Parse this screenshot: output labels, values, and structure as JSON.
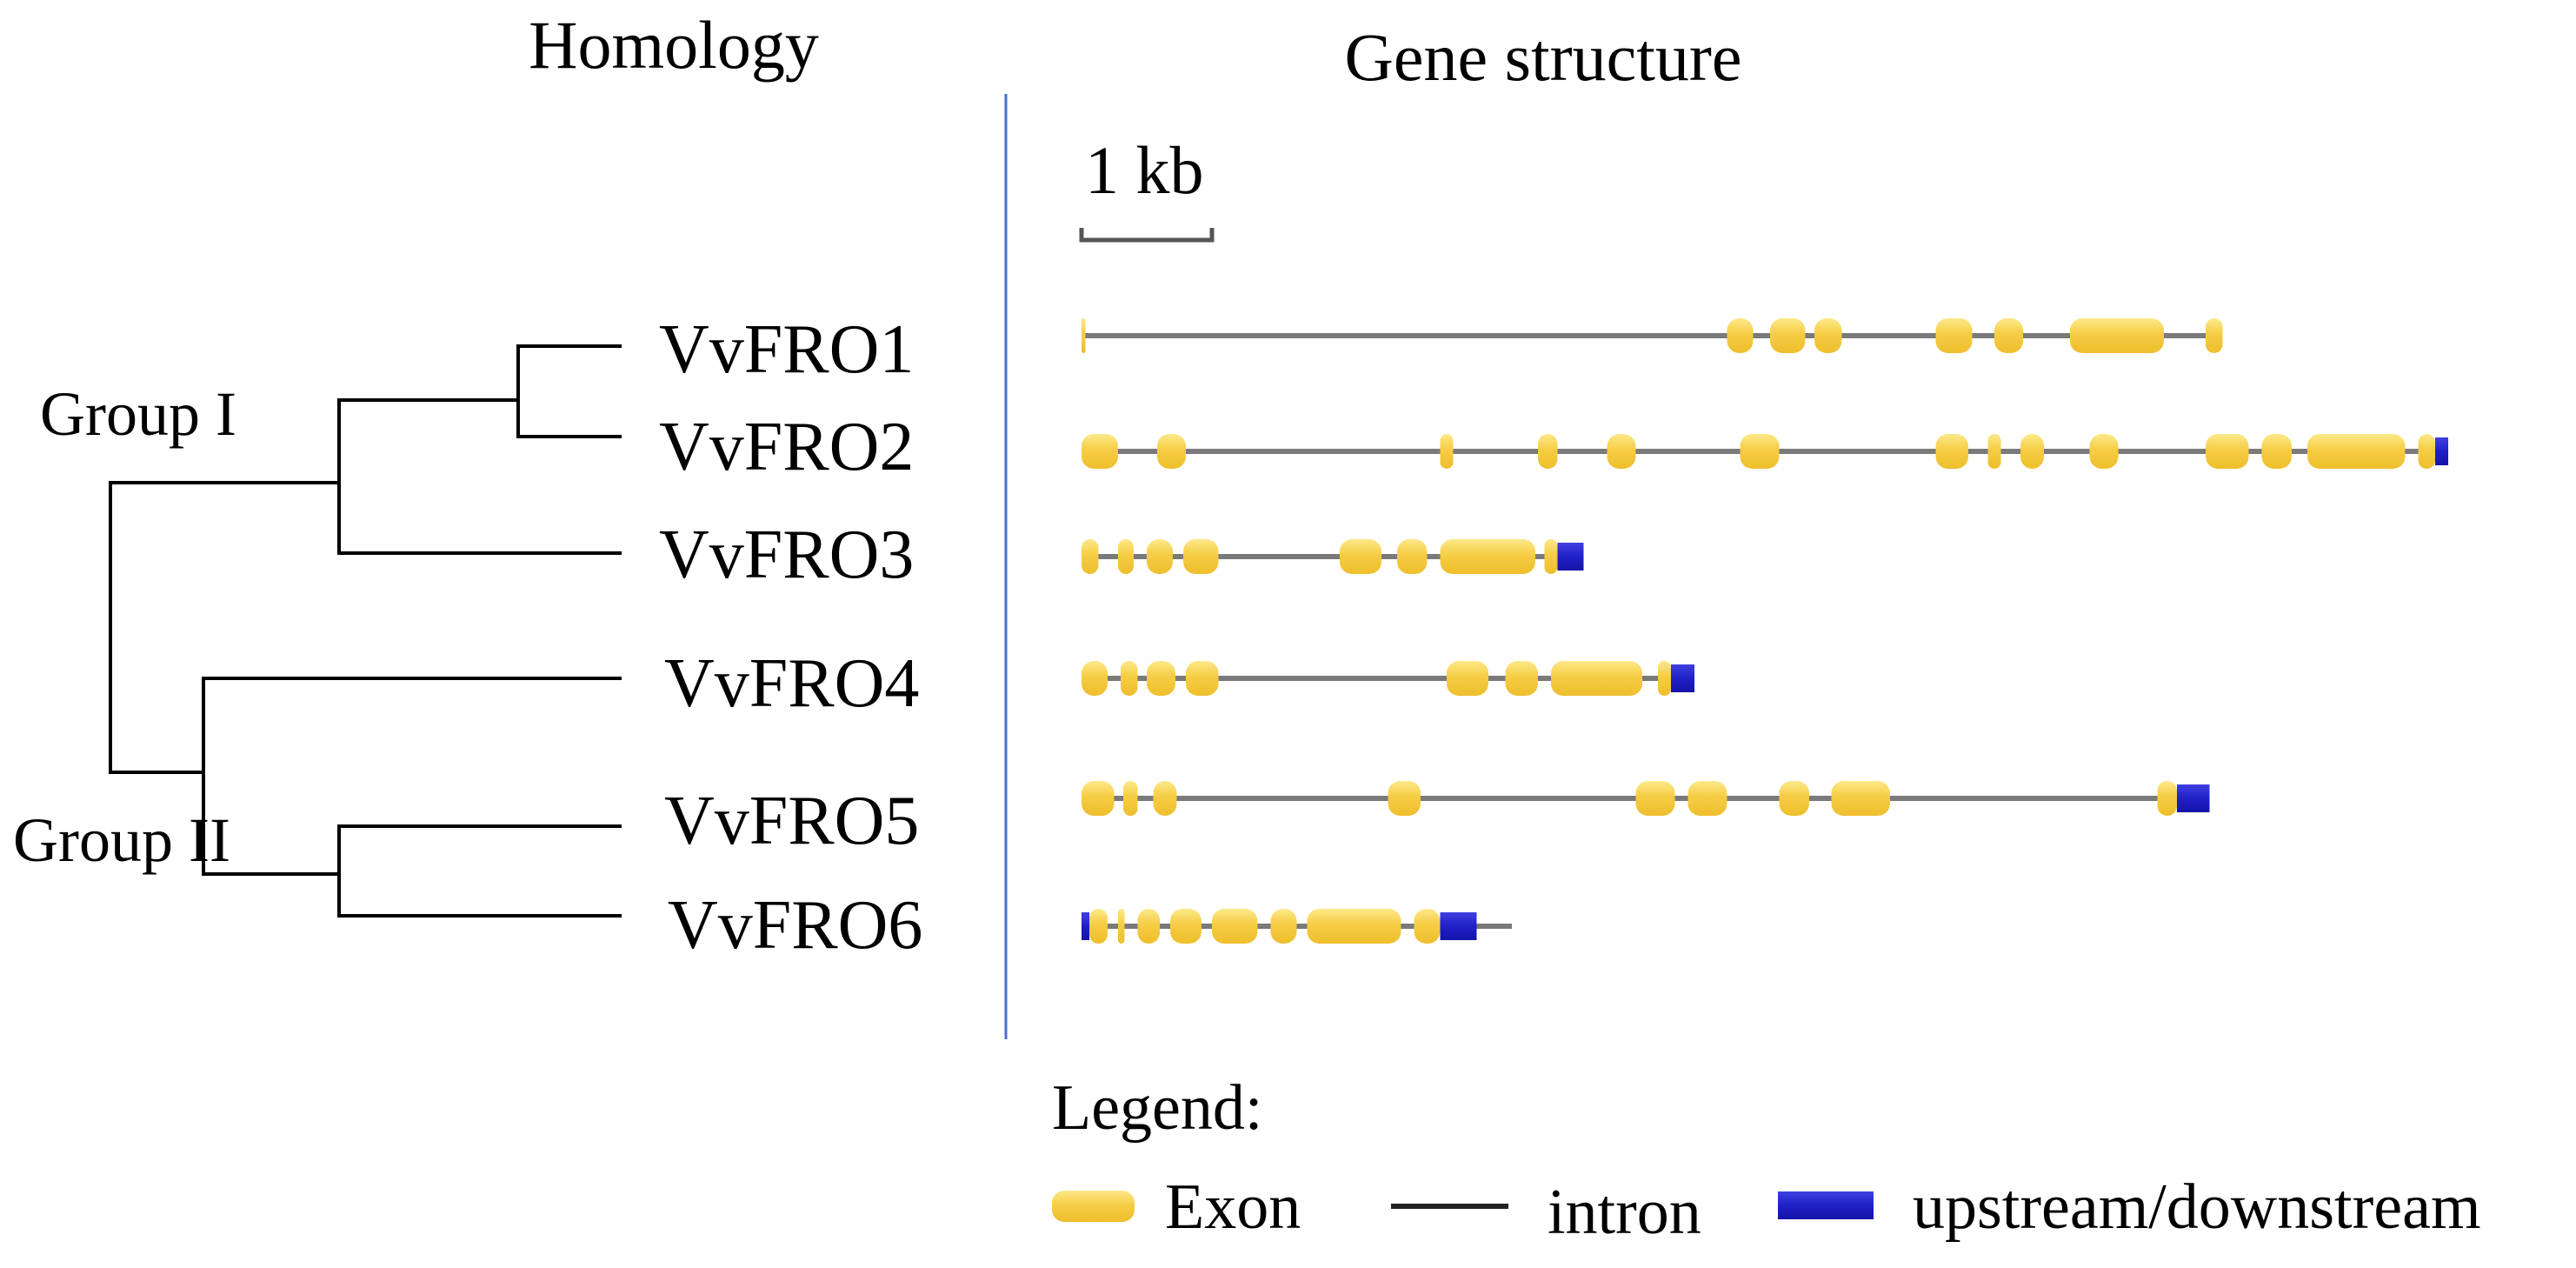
{
  "titles": {
    "homology": "Homology",
    "gene_structure": "Gene structure"
  },
  "scale": {
    "label": "1 kb"
  },
  "groups": {
    "group1": "Group I",
    "group2": "Group II"
  },
  "genes": [
    {
      "name": "VvFRO1",
      "intron_span": [
        0.0,
        8.75
      ],
      "exons": [
        [
          0.0,
          0.03
        ],
        [
          4.95,
          5.15
        ],
        [
          5.28,
          5.55
        ],
        [
          5.62,
          5.83
        ],
        [
          6.55,
          6.83
        ],
        [
          7.0,
          7.22
        ],
        [
          7.58,
          8.3
        ],
        [
          8.62,
          8.75
        ]
      ],
      "utr": []
    },
    {
      "name": "VvFRO2",
      "intron_span": [
        0.0,
        10.48
      ],
      "exons": [
        [
          0.0,
          0.28
        ],
        [
          0.58,
          0.8
        ],
        [
          2.75,
          2.85
        ],
        [
          3.5,
          3.65
        ],
        [
          4.03,
          4.25
        ],
        [
          5.05,
          5.35
        ],
        [
          6.55,
          6.8
        ],
        [
          6.95,
          7.05
        ],
        [
          7.2,
          7.38
        ],
        [
          7.73,
          7.95
        ],
        [
          8.62,
          8.95
        ],
        [
          9.05,
          9.28
        ],
        [
          9.4,
          10.15
        ],
        [
          10.25,
          10.38
        ]
      ],
      "utr": [
        [
          10.38,
          10.48
        ]
      ]
    },
    {
      "name": "VvFRO3",
      "intron_span": [
        0.0,
        3.85
      ],
      "exons": [
        [
          0.0,
          0.13
        ],
        [
          0.28,
          0.4
        ],
        [
          0.5,
          0.7
        ],
        [
          0.78,
          1.05
        ],
        [
          1.98,
          2.3
        ],
        [
          2.42,
          2.65
        ],
        [
          2.75,
          3.48
        ],
        [
          3.55,
          3.65
        ]
      ],
      "utr": [
        [
          3.65,
          3.85
        ]
      ]
    },
    {
      "name": "VvFRO4",
      "intron_span": [
        0.0,
        4.7
      ],
      "exons": [
        [
          0.0,
          0.2
        ],
        [
          0.3,
          0.43
        ],
        [
          0.5,
          0.72
        ],
        [
          0.8,
          1.05
        ],
        [
          2.8,
          3.12
        ],
        [
          3.25,
          3.5
        ],
        [
          3.6,
          4.3
        ],
        [
          4.42,
          4.52
        ]
      ],
      "utr": [
        [
          4.52,
          4.7
        ]
      ]
    },
    {
      "name": "VvFRO5",
      "intron_span": [
        0.0,
        8.65
      ],
      "exons": [
        [
          0.0,
          0.25
        ],
        [
          0.32,
          0.43
        ],
        [
          0.55,
          0.73
        ],
        [
          2.35,
          2.6
        ],
        [
          4.25,
          4.55
        ],
        [
          4.65,
          4.95
        ],
        [
          5.35,
          5.58
        ],
        [
          5.75,
          6.2
        ],
        [
          8.25,
          8.4
        ]
      ],
      "utr": [
        [
          8.4,
          8.65
        ]
      ]
    },
    {
      "name": "VvFRO6",
      "intron_span": [
        0.0,
        3.3
      ],
      "exons": [
        [
          0.06,
          0.2
        ],
        [
          0.28,
          0.33
        ],
        [
          0.43,
          0.6
        ],
        [
          0.68,
          0.92
        ],
        [
          1.0,
          1.35
        ],
        [
          1.45,
          1.65
        ],
        [
          1.73,
          2.45
        ],
        [
          2.55,
          2.75
        ]
      ],
      "utr": [
        [
          0.0,
          0.06
        ],
        [
          2.75,
          3.03
        ]
      ]
    }
  ],
  "legend": {
    "title": "Legend:",
    "exon": "Exon",
    "intron": "intron",
    "utr": "upstream/downstream"
  },
  "colors": {
    "exon": "#f6cd45",
    "exon_highlight": "#fde98a",
    "intron": "#7a7a7a",
    "utr": "#2020c8",
    "divider": "#4a6fd0",
    "tree": "#000000"
  }
}
